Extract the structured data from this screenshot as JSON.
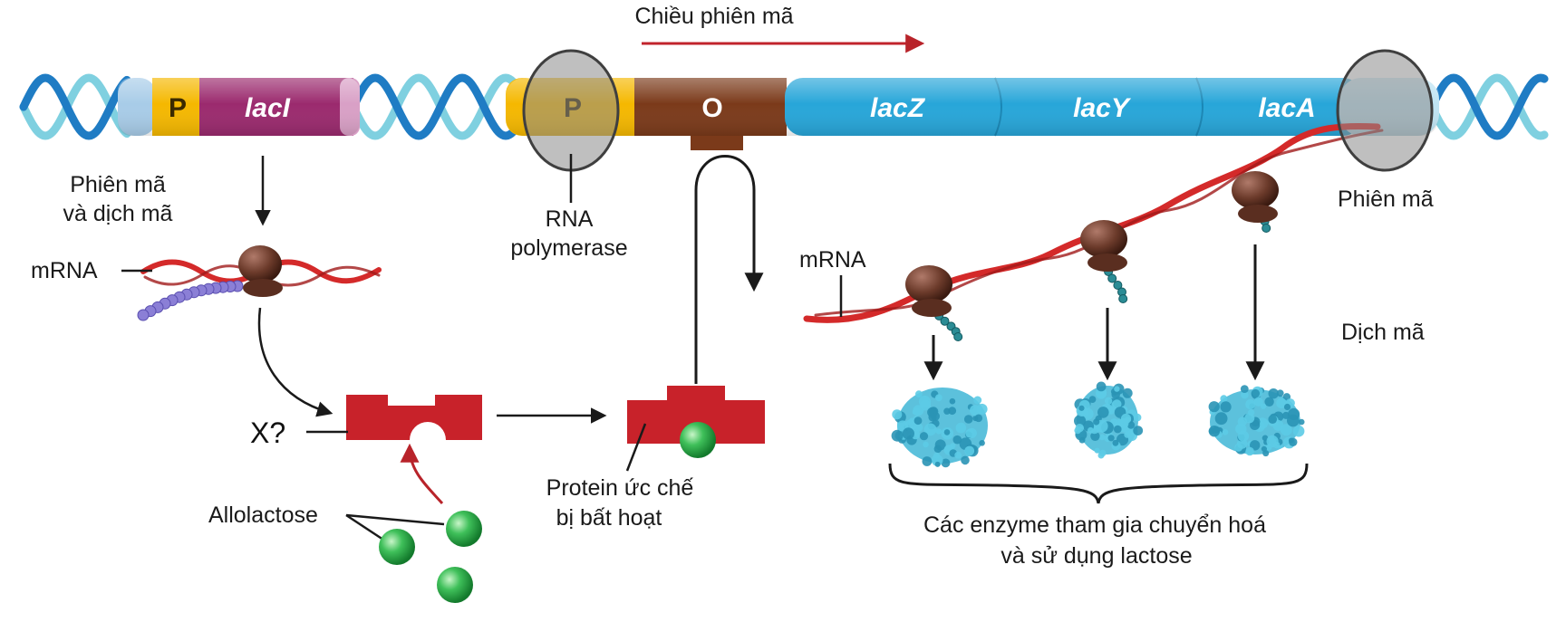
{
  "title": "Chiều phiên mã",
  "genes": {
    "regulator_promoter": "P",
    "regulator_gene": "lacI",
    "promoter": "P",
    "operator": "O",
    "structural": [
      "lacZ",
      "lacY",
      "lacA"
    ]
  },
  "labels": {
    "transcription_translation_line1": "Phiên mã",
    "transcription_translation_line2": "và dịch mã",
    "mrna_left": "mRNA",
    "mrna_right": "mRNA",
    "rna_polymerase_line1": "RNA",
    "rna_polymerase_line2": "polymerase",
    "x_question": "X?",
    "allolactose": "Allolactose",
    "inactive_repressor_line1": "Protein ức chế",
    "inactive_repressor_line2": "bị bất hoạt",
    "transcription": "Phiên mã",
    "translation": "Dịch mã",
    "enzymes_line1": "Các enzyme tham gia chuyển hoá",
    "enzymes_line2": "và sử dụng lactose"
  },
  "colors": {
    "dna_light": "#7fd0e0",
    "dna_dark": "#1f7cc4",
    "promoter": "#f5b800",
    "laci": "#9b2a6e",
    "operator": "#7b3a1a",
    "structural": "#27a6d9",
    "repressor": "#c8222a",
    "allolactose": "#2fae4a",
    "ribosome": "#6b3a2a",
    "mrna": "#d42a2a",
    "enzyme": "#3fb6d6"
  }
}
